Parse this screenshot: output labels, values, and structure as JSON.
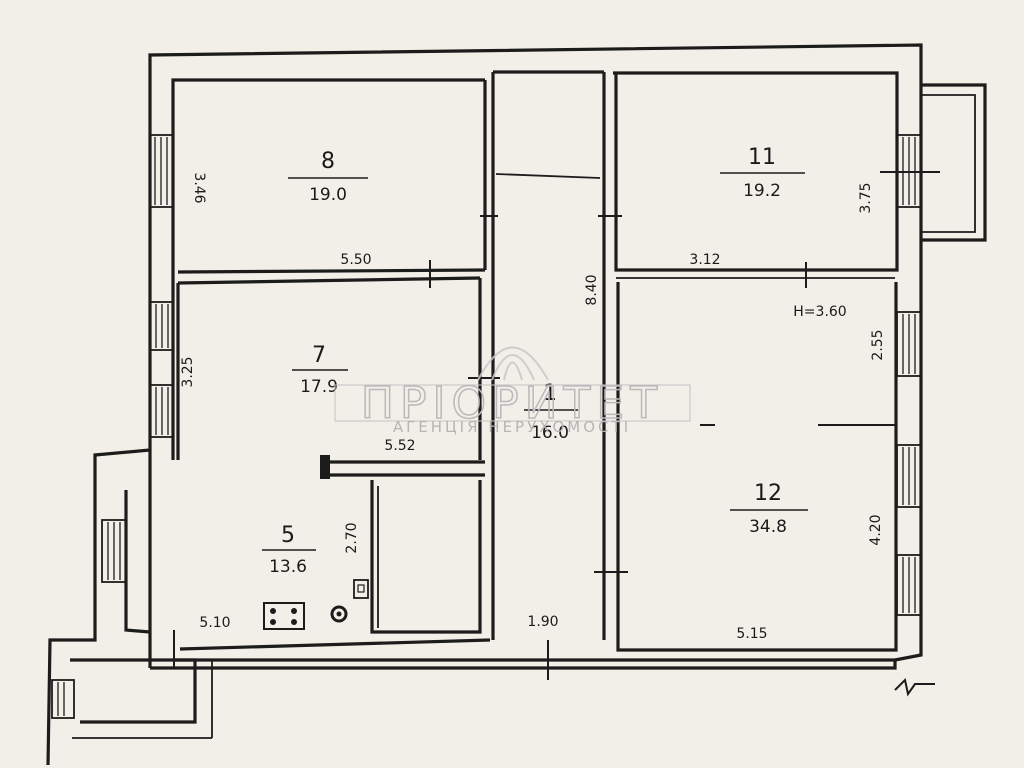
{
  "rooms": [
    {
      "id": "8",
      "number": "8",
      "area": "19.0"
    },
    {
      "id": "11",
      "number": "11",
      "area": "19.2"
    },
    {
      "id": "7",
      "number": "7",
      "area": "17.9"
    },
    {
      "id": "1",
      "number": "1",
      "area": "16.0"
    },
    {
      "id": "12",
      "number": "12",
      "area": "34.8"
    },
    {
      "id": "5",
      "number": "5",
      "area": "13.6"
    }
  ],
  "dimensions": {
    "room8_height": "3.46",
    "room8_width": "5.50",
    "room11_width": "3.12",
    "room11_height": "3.75",
    "corridor_length": "8.40",
    "ceiling_height": "H=3.60",
    "room12_window_a": "2.55",
    "room12_window_b": "4.20",
    "room12_width": "5.15",
    "room7_height": "3.25",
    "room7_width": "5.52",
    "room5_height": "2.70",
    "room5_width": "5.10",
    "corridor_width": "1.90"
  },
  "watermark": {
    "title": "ПРІОРИТЕТ",
    "subtitle": "АГЕНЦІЯ НЕРУХОМОСТІ"
  },
  "icons": {
    "stove": "stove-icon",
    "sink": "sink-icon",
    "boiler": "boiler-icon",
    "watermark": "watermark-logo-icon"
  },
  "colors": {
    "paper": "#f1efe8",
    "ink": "#1c1c1c",
    "watermark": "#b9b9b9"
  }
}
